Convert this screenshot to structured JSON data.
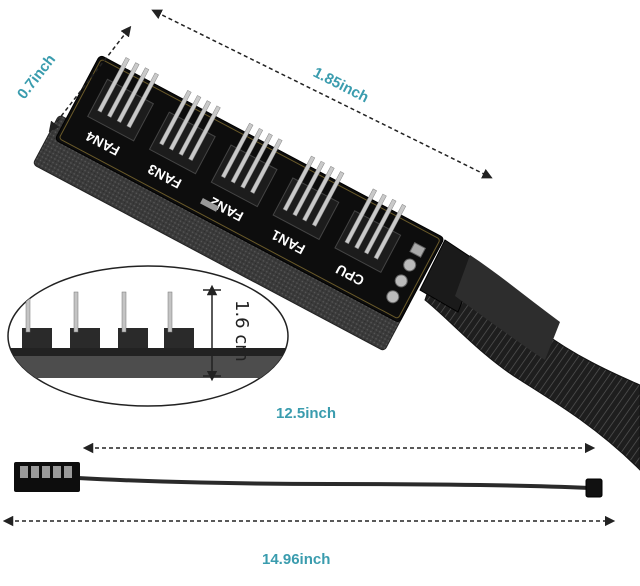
{
  "dimensions": {
    "width_label": "0.7inch",
    "length_label": "1.85inch",
    "pin_height_label": "1.6 cm",
    "cable_label": "12.5inch",
    "total_label": "14.96inch"
  },
  "board": {
    "headers": [
      "FAN4",
      "FAN3",
      "FAN2",
      "FAN1",
      "CPU"
    ]
  },
  "colors": {
    "accent": "#3a9cae",
    "pcb": "#0d0d0d",
    "pins": "#c9c9c9",
    "cable": "#2a2a2a",
    "foam": "#3b3b3b"
  }
}
